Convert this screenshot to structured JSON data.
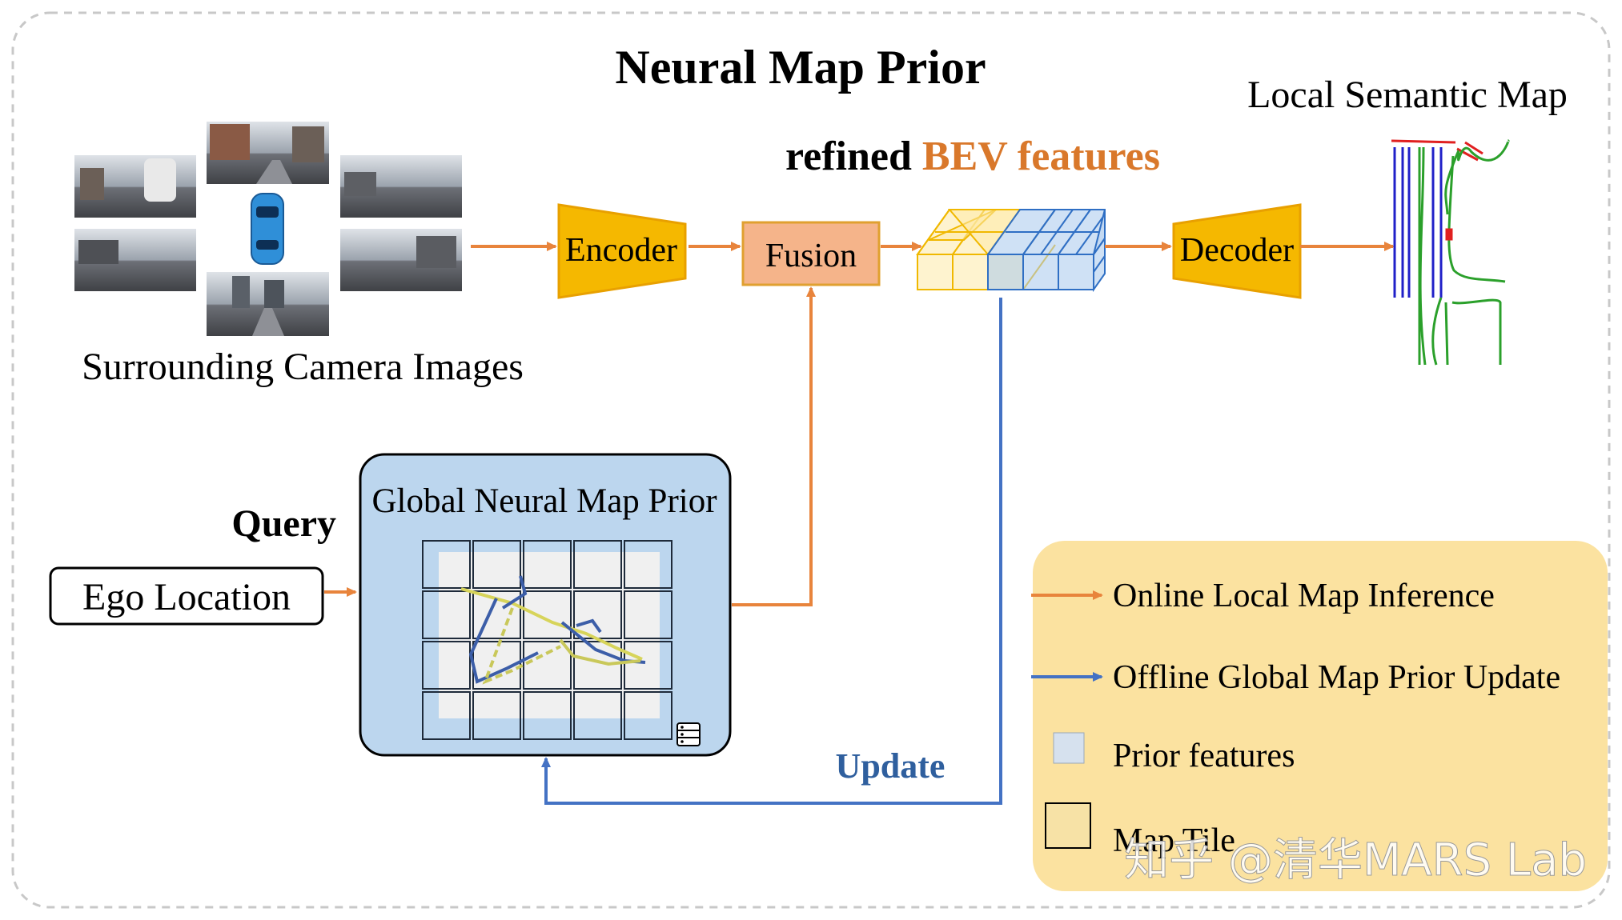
{
  "title": "Neural Map Prior",
  "labels": {
    "local_semantic_map": "Local Semantic Map",
    "refined_prefix": "refined ",
    "refined_highlight": "BEV features",
    "surrounding": "Surrounding Camera Images",
    "query": "Query",
    "ego_location": "Ego Location",
    "global_prior": "Global Neural Map Prior",
    "update": "Update"
  },
  "blocks": {
    "encoder": "Encoder",
    "fusion": "Fusion",
    "decoder": "Decoder"
  },
  "legend": [
    {
      "label": "Online Local Map Inference",
      "kind": "arrow",
      "color": "#e8843c"
    },
    {
      "label": "Offline Global Map Prior Update",
      "kind": "arrow",
      "color": "#4472c4"
    },
    {
      "label": "Prior features",
      "kind": "swatch",
      "color": "#d6e1ee"
    },
    {
      "label": "Map Tile",
      "kind": "swatch",
      "color": "#f7e2a6"
    }
  ],
  "watermark": "知乎 @清华MARS Lab",
  "colors": {
    "orange": "#e8843c",
    "blue": "#4472c4",
    "gold": "#f5b800",
    "fusion_fill": "#f5b48a",
    "global_fill": "#bcd6ee",
    "legend_fill": "#fbe2a0",
    "highlight_text": "#d9782b",
    "update_text": "#2f5f9e"
  },
  "icons": [
    "car-icon",
    "server-icon"
  ]
}
